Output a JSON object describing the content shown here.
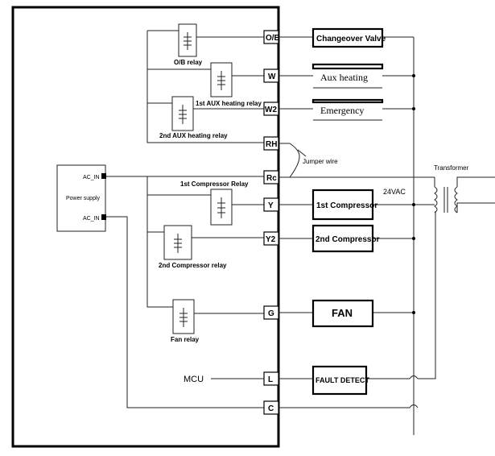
{
  "terminals": {
    "ob": "O/B",
    "w": "W",
    "w2": "W2",
    "rh": "RH",
    "rc": "Rc",
    "y": "Y",
    "y2": "Y2",
    "g": "G",
    "l": "L",
    "c": "C"
  },
  "relays": {
    "ob": "O/B relay",
    "aux1": "1st AUX heating relay",
    "aux2": "2nd AUX heating relay",
    "comp1": "1st Compressor Relay",
    "comp2": "2nd Compressor relay",
    "fan": "Fan relay"
  },
  "power_supply": {
    "title": "Power supply",
    "ac_in_1": "AC_IN",
    "ac_in_2": "AC_IN"
  },
  "devices": {
    "changeover": "Changeover Valve",
    "aux_heating": "Aux heating",
    "emergency": "Emergency",
    "compressor1": "1st Compressor",
    "compressor2": "2nd Compressor",
    "fan": "FAN",
    "fault": "FAULT DETECT"
  },
  "labels": {
    "jumper": "Jumper wire",
    "transformer": "Transformer",
    "vac": "24VAC",
    "mcu": "MCU"
  }
}
